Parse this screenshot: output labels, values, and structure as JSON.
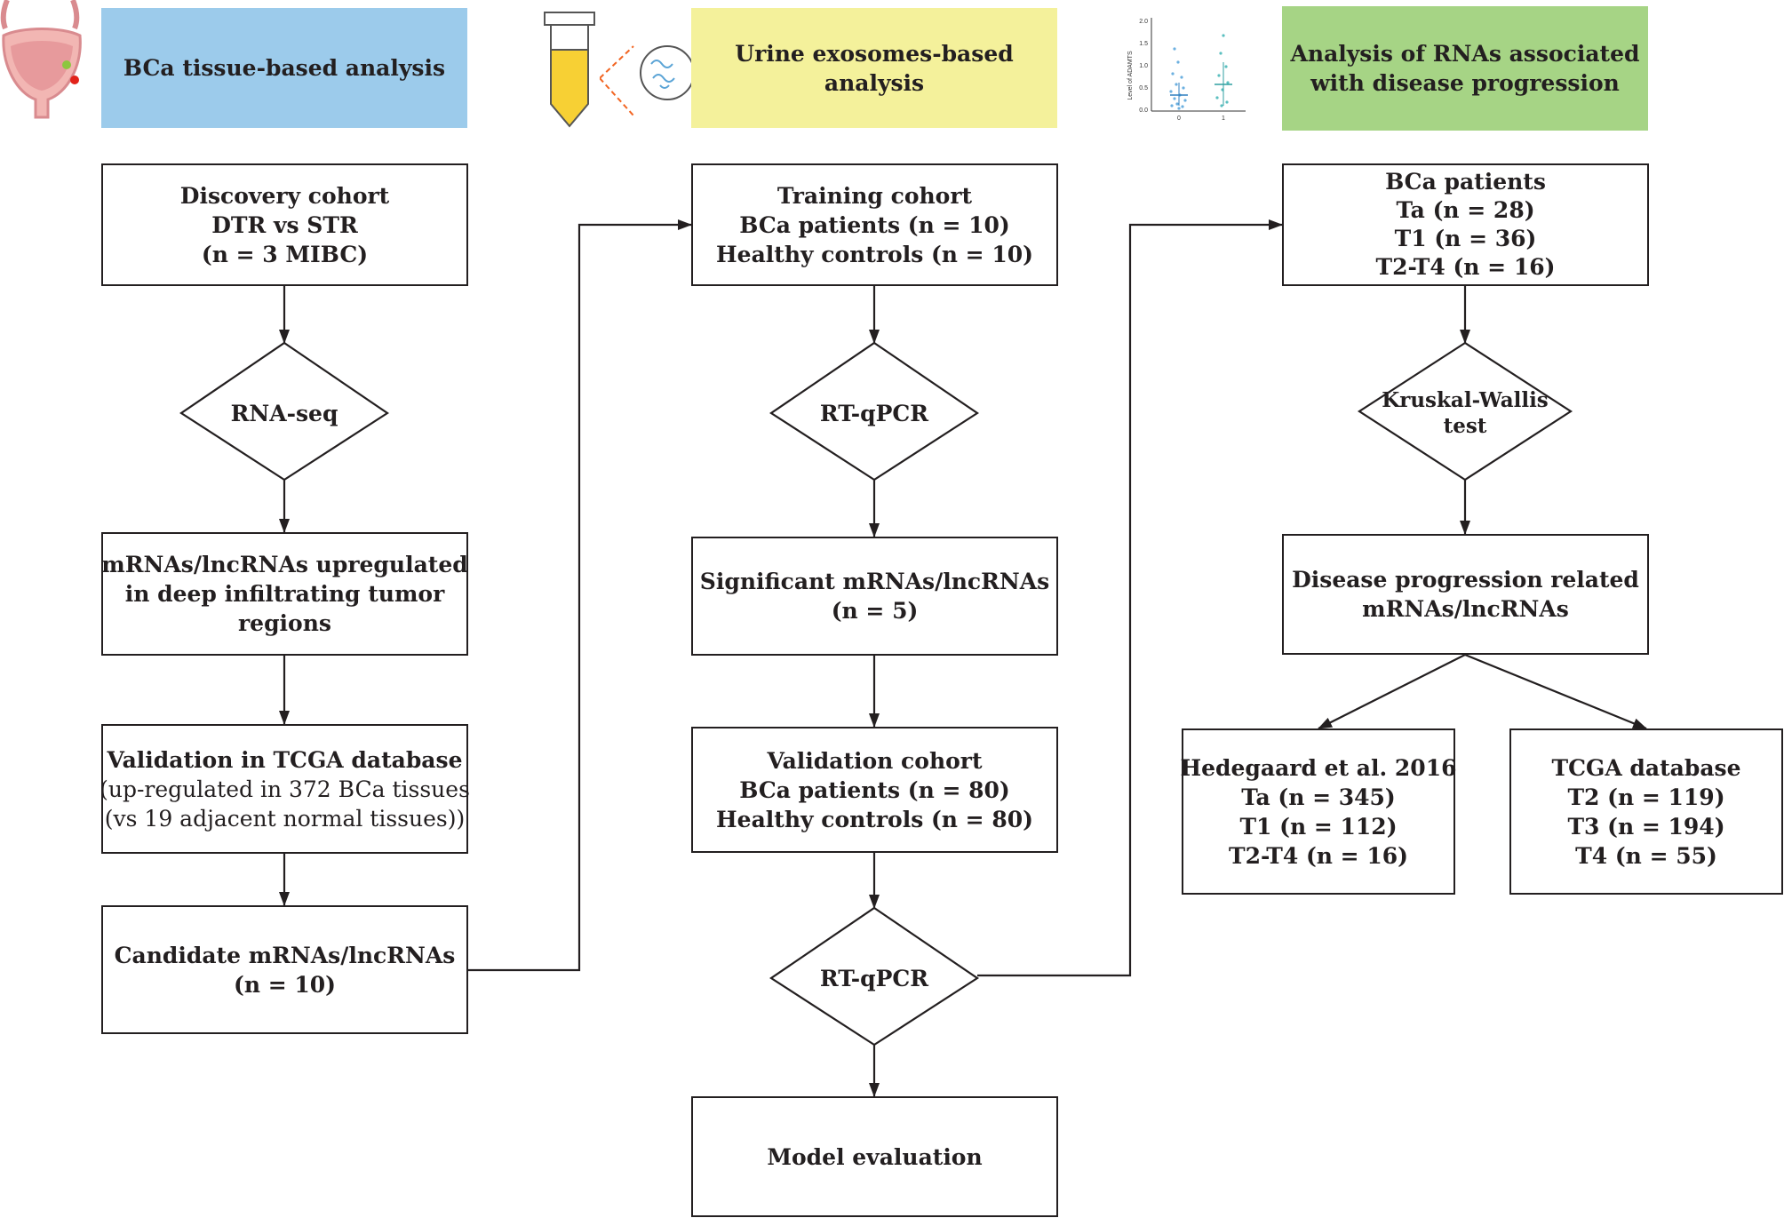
{
  "headers": {
    "tissue": "BCa tissue-based analysis",
    "urine": "Urine exosomes-based analysis",
    "progression_line1": "Analysis of RNAs associated",
    "progression_line2": "with disease progression"
  },
  "colors": {
    "tissue_header": "#9ccbeb",
    "urine_header": "#f4f19b",
    "progression_header": "#a6d485",
    "line": "#231f20"
  },
  "col1": {
    "discovery": [
      "Discovery cohort",
      "DTR vs STR",
      "(n = 3 MIBC)"
    ],
    "rnaseq": "RNA-seq",
    "upregulated": [
      "mRNAs/lncRNAs upregulated",
      "in deep infiltrating tumor",
      "regions"
    ],
    "validation_tcga_title": "Validation in TCGA database",
    "validation_tcga_detail": [
      "(up-regulated in 372 BCa tissues",
      "(vs 19 adjacent normal tissues))"
    ],
    "candidate": [
      "Candidate mRNAs/lncRNAs",
      "(n = 10)"
    ]
  },
  "col2": {
    "training": [
      "Training cohort",
      "BCa patients (n = 10)",
      "Healthy controls (n = 10)"
    ],
    "rtqpcr1": "RT-qPCR",
    "significant": [
      "Significant mRNAs/lncRNAs",
      "(n = 5)"
    ],
    "validation": [
      "Validation cohort",
      "BCa patients (n = 80)",
      "Healthy controls (n = 80)"
    ],
    "rtqpcr2": "RT-qPCR",
    "model": "Model evaluation"
  },
  "col3": {
    "bca": [
      "BCa patients",
      "Ta  (n = 28)",
      "T1 (n = 36)",
      "T2-T4 (n = 16)"
    ],
    "kruskal": [
      "Kruskal-Wallis",
      "test"
    ],
    "progression": [
      "Disease progression related",
      "mRNAs/lncRNAs"
    ],
    "hedegaard": [
      "Hedegaard et al. 2016",
      "Ta (n = 345)",
      "T1 (n = 112)",
      "T2-T4 (n = 16)"
    ],
    "tcga": [
      "TCGA database",
      "T2 (n = 119)",
      "T3 (n = 194)",
      "T4 (n = 55)"
    ]
  },
  "mini_chart": {
    "type": "scatter",
    "ylabel": "Level of ADAMTS",
    "yticks": [
      "2.0",
      "1.5",
      "1.0",
      "0.5",
      "0.0"
    ],
    "xticks": [
      "0",
      "1"
    ]
  },
  "icons": [
    "bladder-icon",
    "test-tube-icon",
    "exosome-icon",
    "mini-scatter-plot-icon"
  ]
}
